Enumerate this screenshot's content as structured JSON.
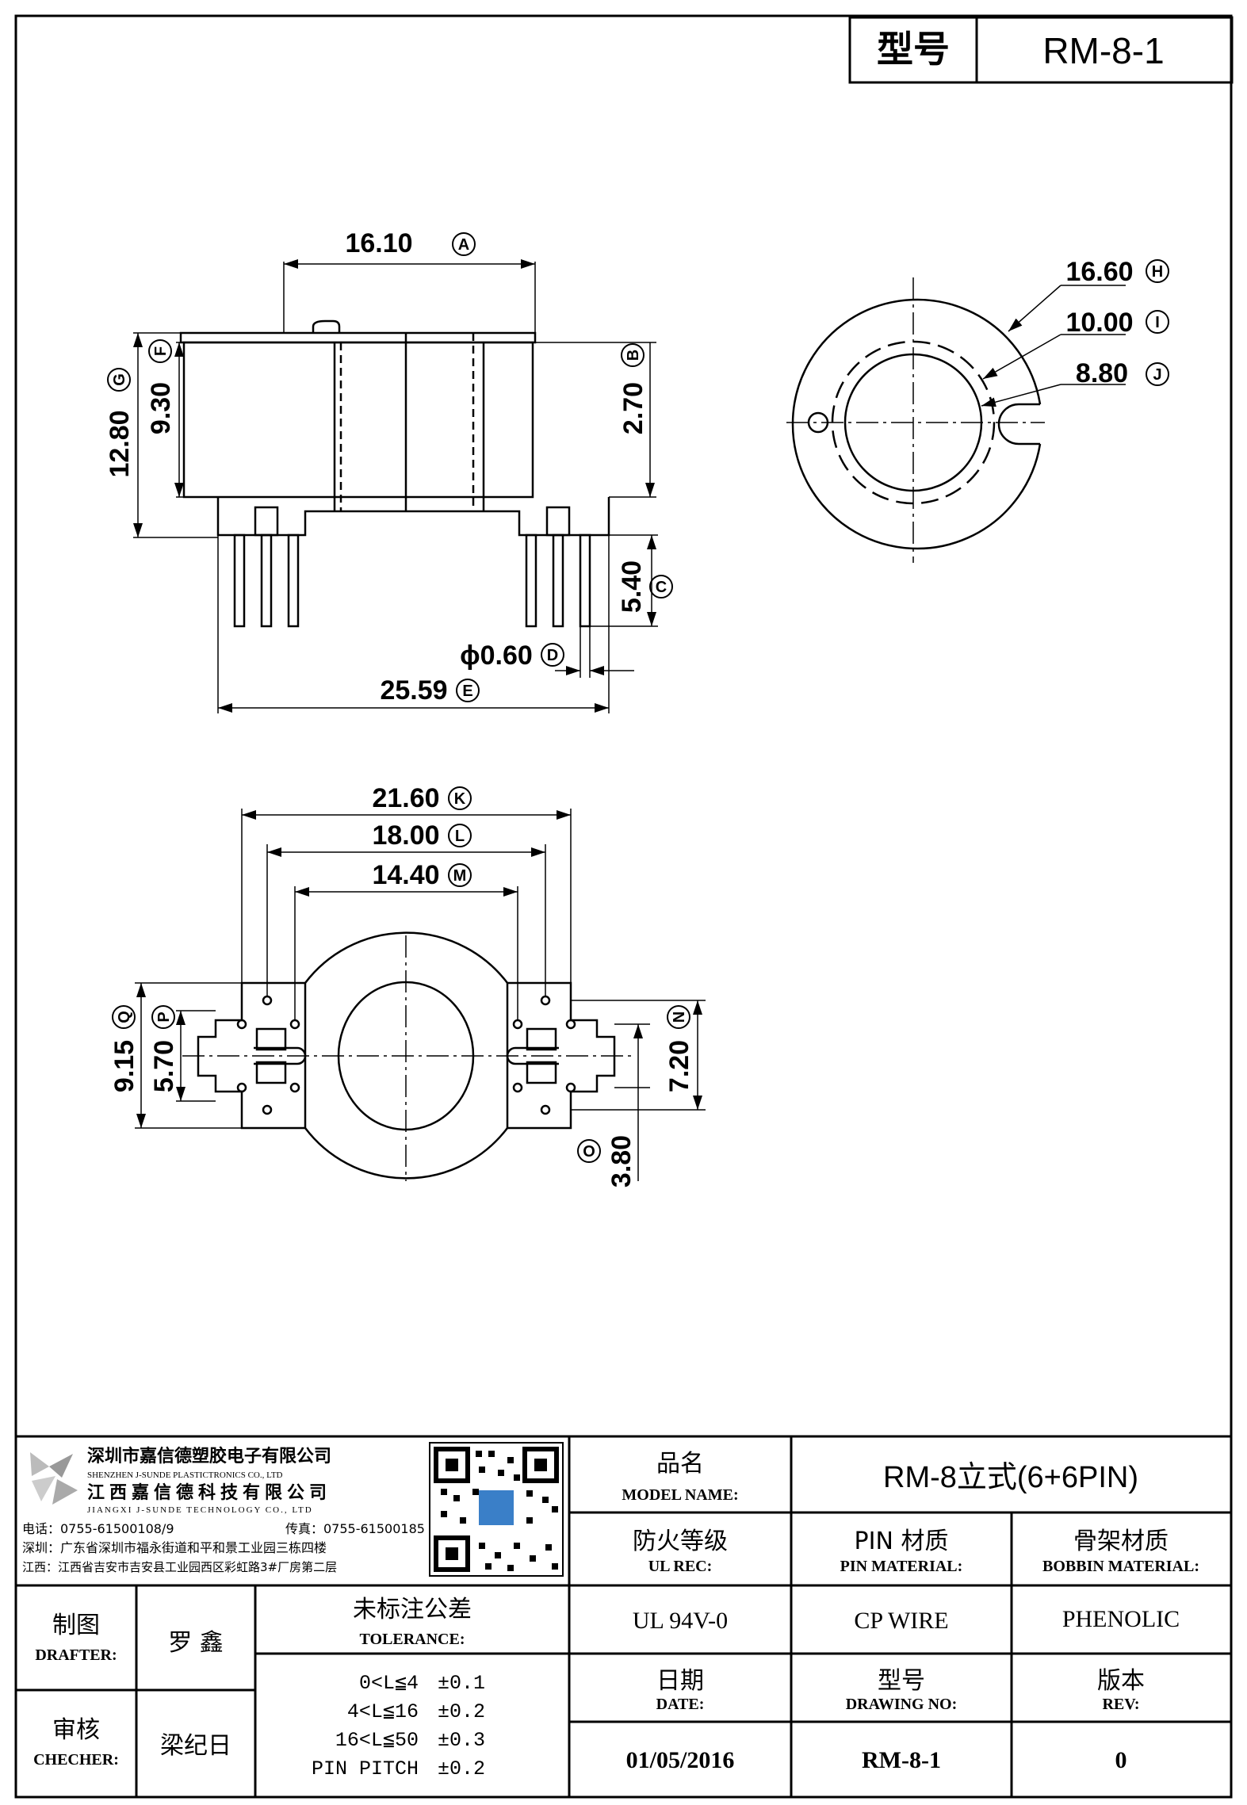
{
  "model_box": {
    "label": "型号",
    "value": "RM-8-1"
  },
  "side_view": {
    "width_top": "16.10",
    "width_top_id": "A",
    "height_total": "12.80",
    "height_total_id": "G",
    "height_body": "9.30",
    "height_body_id": "F",
    "flange_step": "2.70",
    "flange_step_id": "B",
    "pin_length": "5.40",
    "pin_length_id": "C",
    "pin_dia": "ϕ0.60",
    "pin_dia_id": "D",
    "width_base": "25.59",
    "width_base_id": "E"
  },
  "top_view": {
    "od": "16.60",
    "od_id": "H",
    "mid": "10.00",
    "mid_id": "I",
    "id": "8.80",
    "id_id": "J"
  },
  "bottom_view": {
    "w1": "21.60",
    "w1_id": "K",
    "w2": "18.00",
    "w2_id": "L",
    "w3": "14.40",
    "w3_id": "M",
    "h_outer": "9.15",
    "h_outer_id": "Q",
    "h_inner": "5.70",
    "h_inner_id": "P",
    "h_right": "7.20",
    "h_right_id": "N",
    "h_pitch": "3.80",
    "h_pitch_id": "O"
  },
  "company": {
    "name_sz": "深圳市嘉信德塑胶电子有限公司",
    "name_sz_en": "SHENZHEN J-SUNDE PLASTICTRONICS CO., LTD",
    "name_jx": "江西嘉信德科技有限公司",
    "name_jx_en": "JIANGXI J-SUNDE TECHNOLOGY CO., LTD",
    "phone": "电话：0755-61500108/9",
    "fax": "传真：0755-61500185",
    "addr_sz": "深圳：广东省深圳市福永街道和平和景工业园三栋四楼",
    "addr_jx": "江西：江西省吉安市吉安县工业园西区彩虹路3#厂房第二层"
  },
  "title_block": {
    "model_name_cn": "品名",
    "model_name_en": "MODEL NAME:",
    "model_name_value": "RM-8立式(6+6PIN)",
    "ul_cn": "防火等级",
    "ul_en": "UL REC:",
    "ul_value": "UL 94V-0",
    "pin_cn": "PIN 材质",
    "pin_en": "PIN MATERIAL:",
    "pin_value": "CP WIRE",
    "bobbin_cn": "骨架材质",
    "bobbin_en": "BOBBIN MATERIAL:",
    "bobbin_value": "PHENOLIC",
    "date_cn": "日期",
    "date_en": "DATE:",
    "date_value": "01/05/2016",
    "dwg_cn": "型号",
    "dwg_en": "DRAWING NO:",
    "dwg_value": "RM-8-1",
    "rev_cn": "版本",
    "rev_en": "REV:",
    "rev_value": "0",
    "drafter_cn": "制图",
    "drafter_en": "DRAFTER:",
    "drafter_value": "罗 鑫",
    "checker_cn": "审核",
    "checker_en": "CHECHER:",
    "checker_value": "梁纪日",
    "tol_cn": "未标注公差",
    "tol_en": "TOLERANCE:",
    "tol_rows": [
      {
        "range": "0<L≦4",
        "val": "±0.1"
      },
      {
        "range": "4<L≦16",
        "val": "±0.2"
      },
      {
        "range": "16<L≦50",
        "val": "±0.3"
      },
      {
        "range": "PIN PITCH",
        "val": "±0.2"
      }
    ]
  }
}
